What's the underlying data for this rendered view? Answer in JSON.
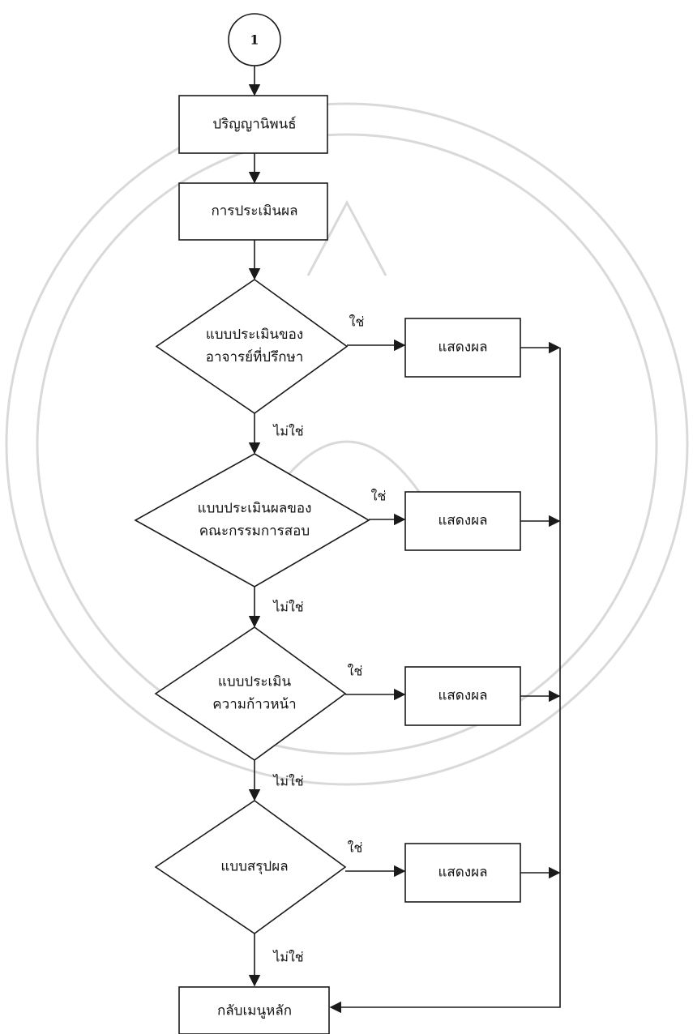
{
  "diagram": {
    "connector": "1",
    "start_process": "ปริญญานิพนธ์",
    "evaluation_process": "การประเมินผล",
    "decisions": [
      {
        "lines": [
          "แบบประเมินของ",
          "อาจารย์ที่ปรึกษา"
        ]
      },
      {
        "lines": [
          "แบบประเมินผลของ",
          "คณะกรรมการสอบ"
        ]
      },
      {
        "lines": [
          "แบบประเมิน",
          "ความก้าวหน้า"
        ]
      },
      {
        "lines": [
          "แบบสรุปผล"
        ]
      }
    ],
    "display_label": "แสดงผล",
    "yes_label": "ใช่",
    "no_label": "ไม่ใช่",
    "end_process": "กลับเมนูหลัก"
  }
}
